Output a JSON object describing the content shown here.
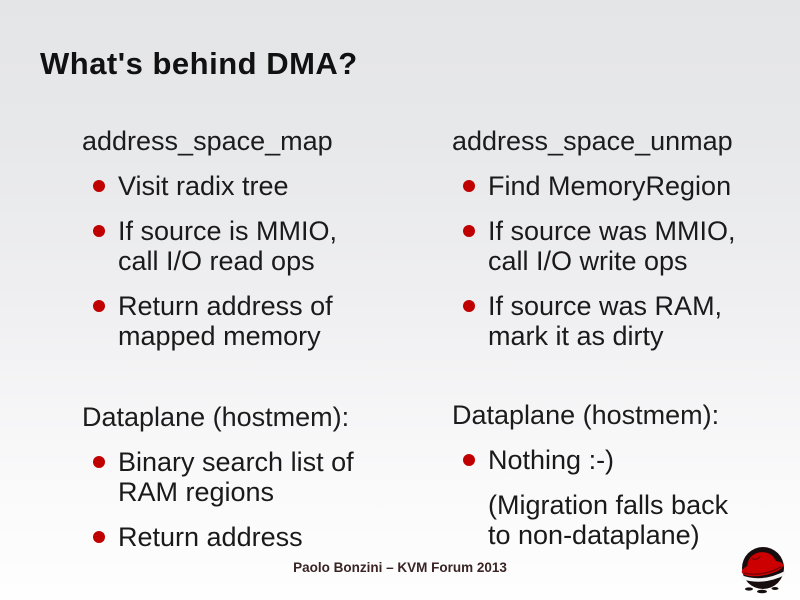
{
  "slide": {
    "title": "What's behind DMA?",
    "columns": [
      {
        "header": "address_space_map",
        "bullets": [
          "Visit radix tree",
          "If source is MMIO,\ncall I/O read ops",
          "Return address of\nmapped memory"
        ],
        "subheader": "Dataplane (hostmem):",
        "sub_bullets": [
          "Binary search list of\nRAM regions",
          "Return address"
        ],
        "note": ""
      },
      {
        "header": "address_space_unmap",
        "bullets": [
          "Find MemoryRegion",
          "If source was MMIO,\ncall I/O write ops",
          "If source was RAM,\nmark it as dirty"
        ],
        "subheader": "Dataplane (hostmem):",
        "sub_bullets": [
          "Nothing :-)"
        ],
        "note": "(Migration falls back\nto non-dataplane)"
      }
    ],
    "footer": "Paolo Bonzini – KVM Forum 2013",
    "logo_name": "redhat-shadowman-logo",
    "colors": {
      "bullet": "#c00000",
      "text": "#1a1a1a",
      "title": "#111111",
      "footer_text": "#3a2424",
      "background_top": "#e4e5e7",
      "background_bottom": "#fefefe",
      "logo_red": "#cc0000",
      "logo_shadow": "#170c0e"
    }
  }
}
